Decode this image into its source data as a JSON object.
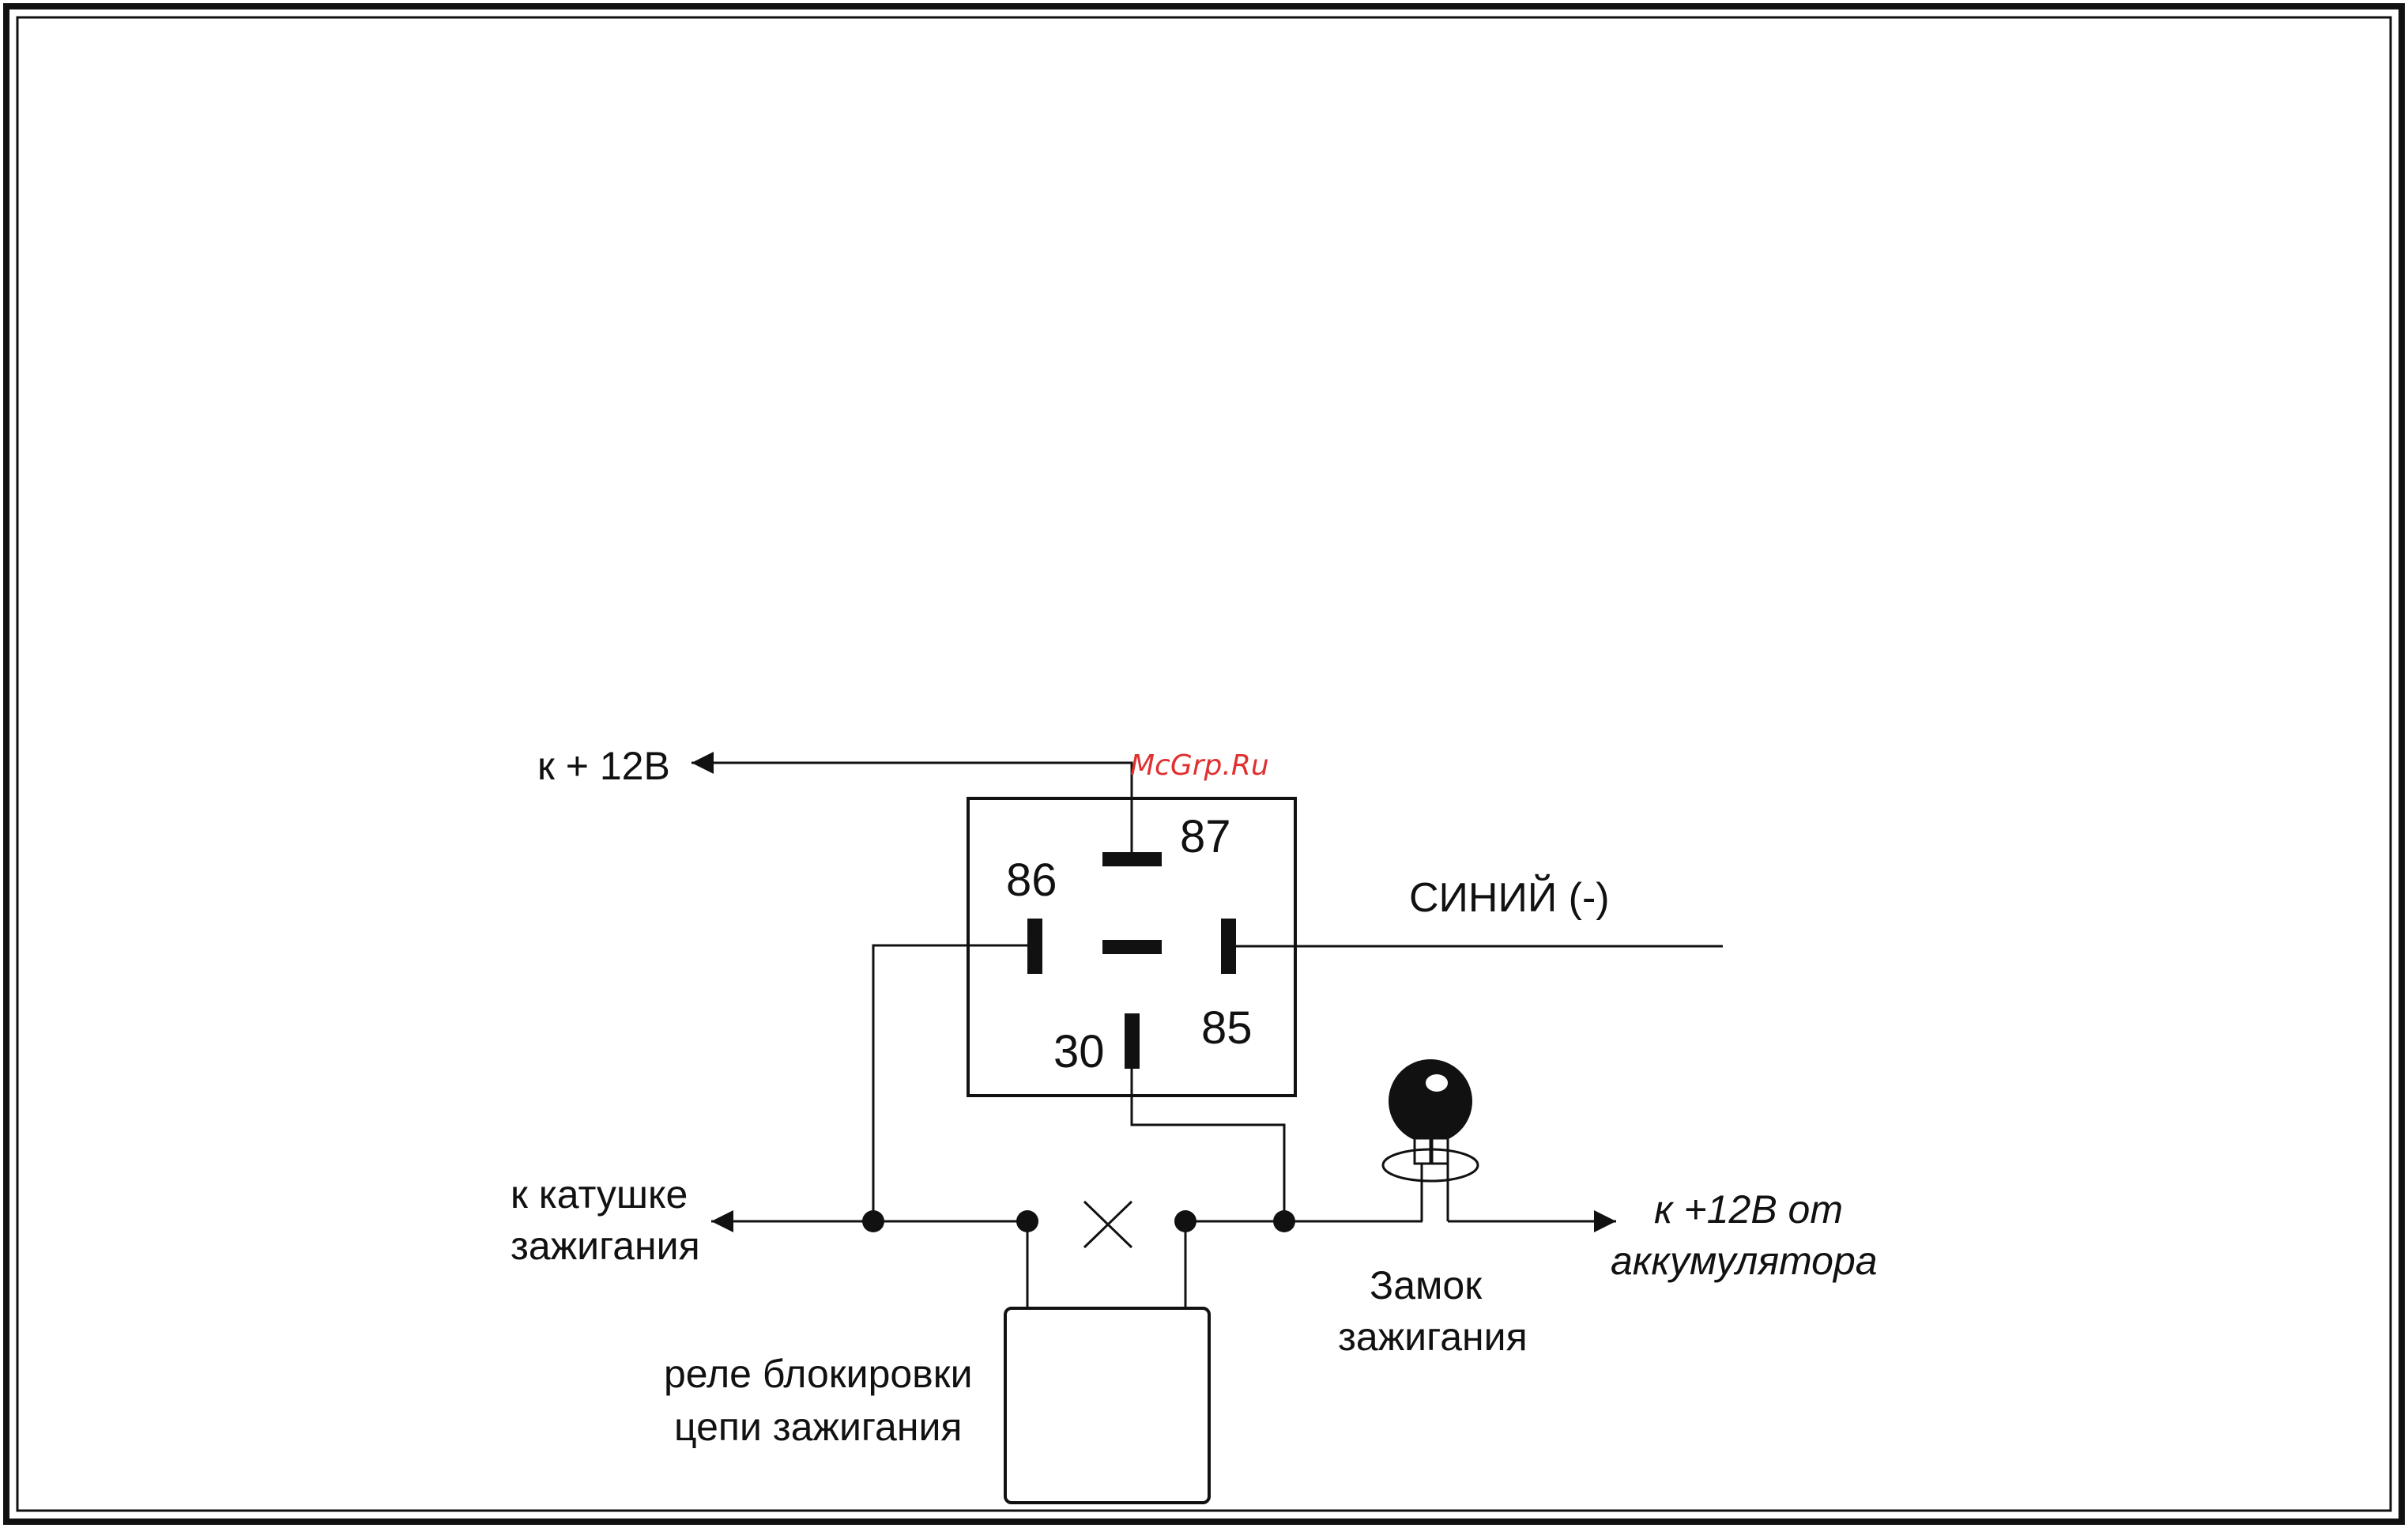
{
  "watermark": "McGrp.Ru",
  "labels": {
    "plus12": "к + 12В",
    "coil_line1": "к  катушке",
    "coil_line2": "зажигания",
    "blue": "СИНИЙ (-)",
    "battery_line1": "к  +12В от",
    "battery_line2": "аккумулятора",
    "lock_line1": "Замок",
    "lock_line2": "зажигания",
    "block_relay_line1": "реле блокировки",
    "block_relay_line2": "цепи зажигания"
  },
  "pins": {
    "p87": "87",
    "p86": "86",
    "p85": "85",
    "p30": "30"
  },
  "colors": {
    "line": "#111111",
    "frame": "#111111",
    "watermark": "#e03030"
  }
}
